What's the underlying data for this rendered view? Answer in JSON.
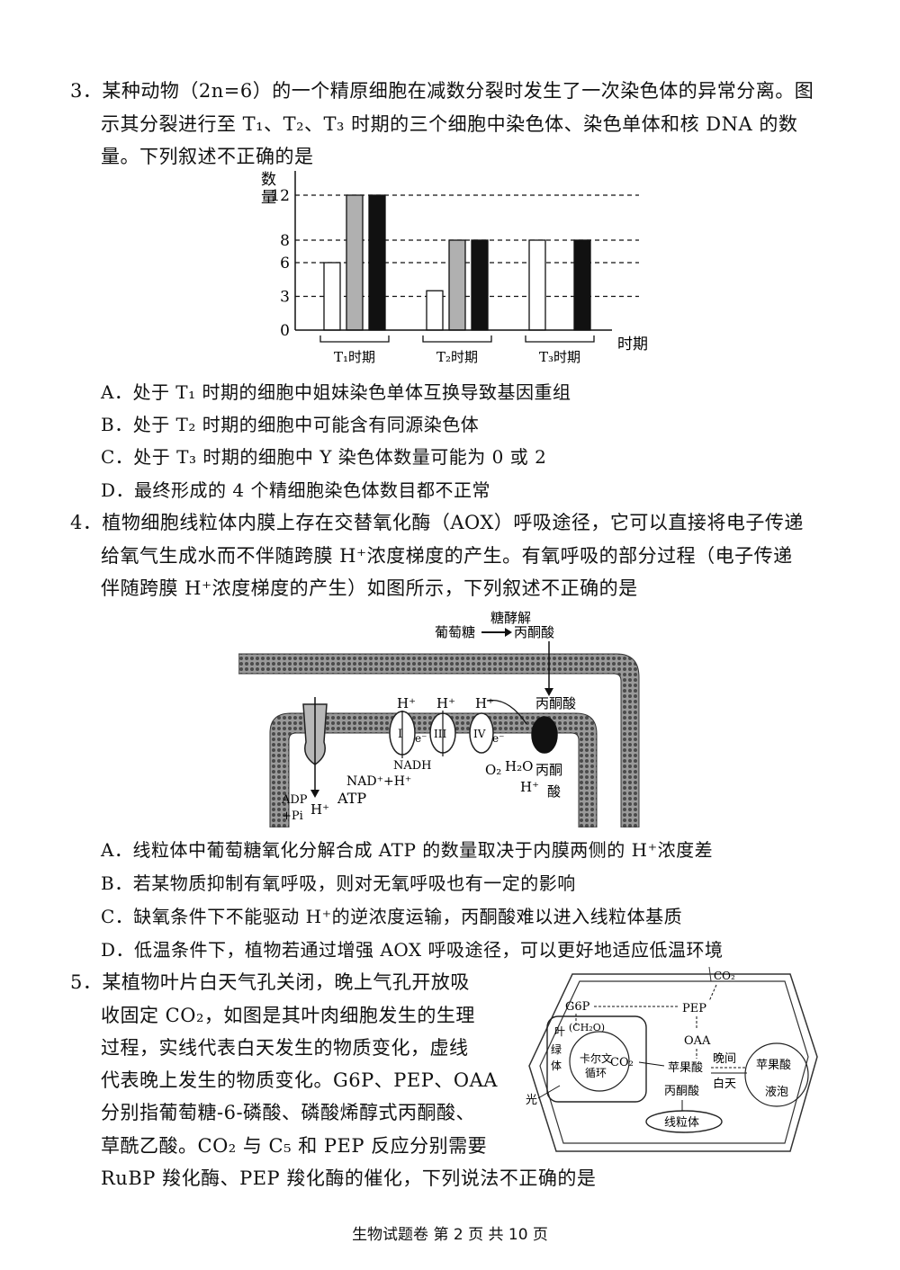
{
  "q3": {
    "lines": [
      "3．某种动物（2n=6）的一个精原细胞在减数分裂时发生了一次染色体的异常分离。图",
      "示其分裂进行至 T₁、T₂、T₃ 时期的三个细胞中染色体、染色单体和核 DNA 的数",
      "量。下列叙述不正确的是"
    ],
    "options": [
      "A．处于 T₁ 时期的细胞中姐妹染色单体互换导致基因重组",
      "B．处于 T₂ 时期的细胞中可能含有同源染色体",
      "C．处于 T₃ 时期的细胞中 Y 染色体数量可能为 0 或 2",
      "D．最终形成的 4 个精细胞染色体数目都不正常"
    ]
  },
  "chart_data": {
    "type": "bar",
    "ylabel": "数量",
    "xlabel": "时期",
    "categories": [
      "T₁时期",
      "T₂时期",
      "T₃时期"
    ],
    "ticks": [
      0,
      3,
      6,
      8,
      12
    ],
    "ylim": [
      0,
      12
    ],
    "series": [
      {
        "values": [
          6,
          3.5,
          8
        ],
        "color": "#ffffff"
      },
      {
        "values": [
          12,
          8,
          0
        ],
        "color": "#b0b0b0"
      },
      {
        "values": [
          12,
          8,
          8
        ],
        "color": "#111111"
      }
    ]
  },
  "q4": {
    "lines": [
      "4．植物细胞线粒体内膜上存在交替氧化酶（AOX）呼吸途径，它可以直接将电子传递",
      "给氧气生成水而不伴随跨膜 H⁺浓度梯度的产生。有氧呼吸的部分过程（电子传递",
      "伴随跨膜 H⁺浓度梯度的产生）如图所示，下列叙述不正确的是"
    ],
    "diagram": {
      "glucose": "葡萄糖",
      "glycolysis": "糖酵解",
      "pyruvate": "丙酮酸",
      "h1": "H⁺",
      "h2": "H⁺",
      "h3": "H⁺",
      "pyruvate2": "丙酮酸",
      "c1": "I",
      "c3": "III",
      "c4": "IV",
      "e1": "e⁻",
      "e2": "e⁻",
      "nadh": "NADH",
      "nad": "NAD⁺+H⁺",
      "o2": "O₂",
      "h2o": "H₂O",
      "pyr3a": "丙酮",
      "pyr3b": "酸",
      "hbottom": "H⁺",
      "atp": "ATP",
      "adp": "ADP",
      "pi": "+Pi",
      "hatp": "H⁺"
    },
    "options": [
      "A．线粒体中葡萄糖氧化分解合成 ATP 的数量取决于内膜两侧的 H⁺浓度差",
      "B．若某物质抑制有氧呼吸，则对无氧呼吸也有一定的影响",
      "C．缺氧条件下不能驱动 H⁺的逆浓度运输，丙酮酸难以进入线粒体基质",
      "D．低温条件下，植物若通过增强 AOX 呼吸途径，可以更好地适应低温环境"
    ]
  },
  "q5": {
    "lines": [
      "5．某植物叶片白天气孔关闭，晚上气孔开放吸",
      "收固定 CO₂，如图是其叶肉细胞发生的生理",
      "过程，实线代表白天发生的物质变化，虚线",
      "代表晚上发生的物质变化。G6P、PEP、OAA",
      "分别指葡萄糖-6-磷酸、磷酸烯醇式丙酮酸、",
      "草酰乙酸。CO₂ 与 C₅ 和 PEP 反应分别需要",
      "RuBP 羧化酶、PEP 羧化酶的催化，下列说法不正确的是"
    ],
    "diagram": {
      "co2top": "CO₂",
      "g6p": "G6P",
      "pep": "PEP",
      "oaa": "OAA",
      "ch2o": "(CH₂O)",
      "ye": "叶",
      "lv": "绿",
      "ti": "体",
      "calvin1": "卡尔文",
      "calvin2": "循环",
      "co2": "CO₂",
      "malic": "苹果酸",
      "night": "晚间",
      "day": "白天",
      "malic2": "苹果酸",
      "pyruvate": "丙酮酸",
      "vacuole": "液泡",
      "mito": "线粒体",
      "light": "光"
    }
  },
  "footer": "生物试题卷  第 2 页  共 10 页"
}
